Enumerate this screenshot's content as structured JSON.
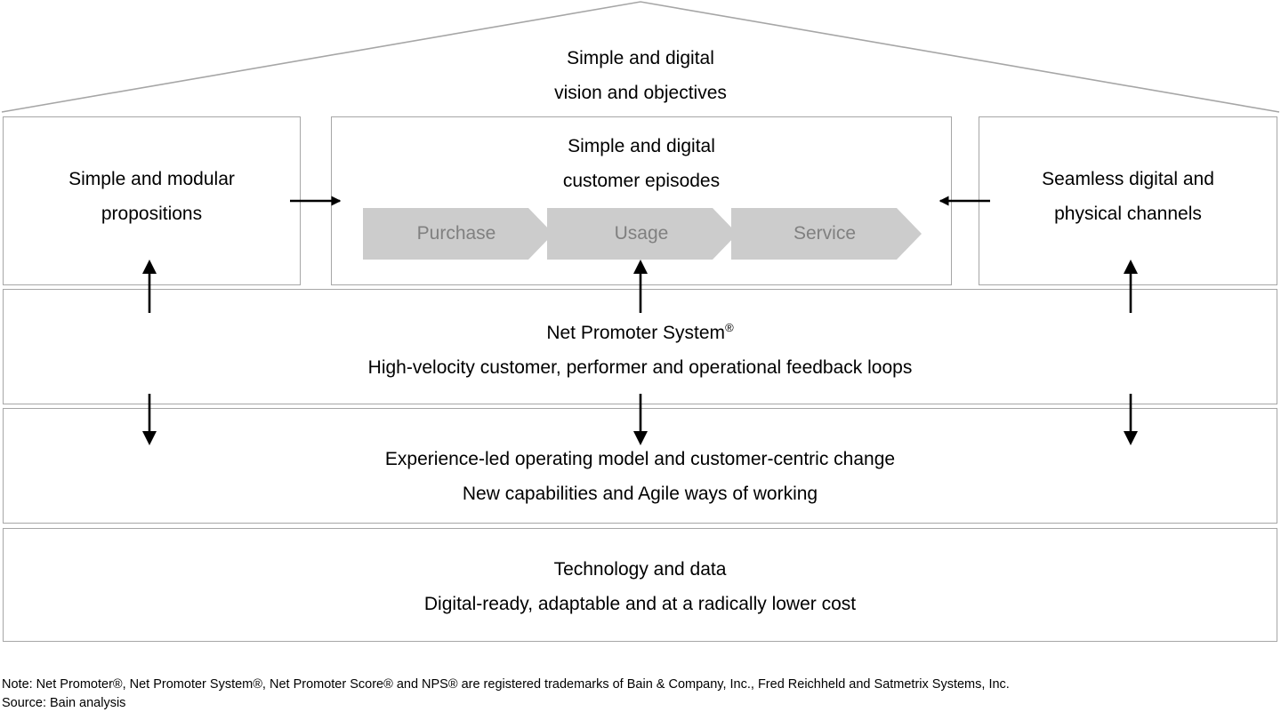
{
  "diagram": {
    "roof": {
      "title_line1": "Simple and digital",
      "title_line2": "vision and objectives"
    },
    "pillars": [
      {
        "id": "propositions",
        "line1": "Simple and modular",
        "line2": "propositions"
      },
      {
        "id": "episodes",
        "line1": "Simple and digital",
        "line2": "customer episodes",
        "episodes": [
          "Purchase",
          "Usage",
          "Service"
        ]
      },
      {
        "id": "channels",
        "line1": "Seamless digital and",
        "line2": "physical channels"
      }
    ],
    "bands": [
      {
        "id": "nps",
        "line1": "Net Promoter System",
        "line1_sup": "®",
        "line2": "High-velocity customer, performer and operational feedback loops"
      },
      {
        "id": "operating-model",
        "line1": "Experience-led operating model and customer-centric change",
        "line2": "New capabilities and Agile ways of working"
      },
      {
        "id": "technology",
        "line1": "Technology and data",
        "line2": "Digital-ready, adaptable and at a radically lower cost"
      }
    ],
    "colors": {
      "frame_stroke": "#a6a6a6",
      "chevron_fill": "#cccccc",
      "chevron_text": "#808080",
      "arrow": "#000000",
      "text": "#000000"
    }
  },
  "footnotes": {
    "note": "Note: Net Promoter®, Net Promoter System®, Net Promoter Score® and NPS® are registered trademarks of Bain & Company, Inc., Fred Reichheld and Satmetrix Systems, Inc.",
    "source": "Source: Bain analysis"
  }
}
